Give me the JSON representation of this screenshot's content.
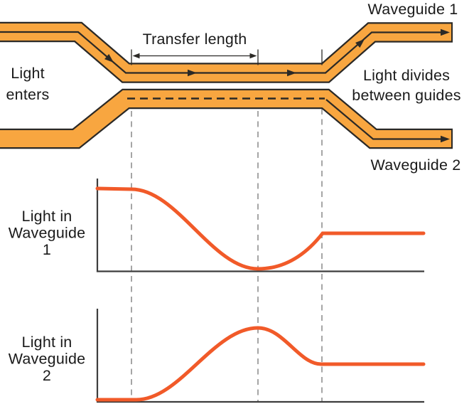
{
  "colors": {
    "waveguide_fill": "#F8A640",
    "outline": "#2B2926",
    "curve": "#F15A29",
    "guide_dash": "#8F8F8F",
    "axis": "#3D3D3D",
    "text": "#1A1A1A"
  },
  "labels": {
    "waveguide1": "Waveguide 1",
    "waveguide2": "Waveguide 2",
    "transfer_length": "Transfer length",
    "light_enters": {
      "line1": "Light",
      "line2": "enters"
    },
    "light_divides": {
      "line1": "Light divides",
      "line2": "between guides"
    }
  },
  "graph1": {
    "ylabel_line1": "Light in",
    "ylabel_line2": "Waveguide",
    "ylabel_line3": "1"
  },
  "graph2": {
    "ylabel_line1": "Light in",
    "ylabel_line2": "Waveguide",
    "ylabel_line3": "2"
  }
}
